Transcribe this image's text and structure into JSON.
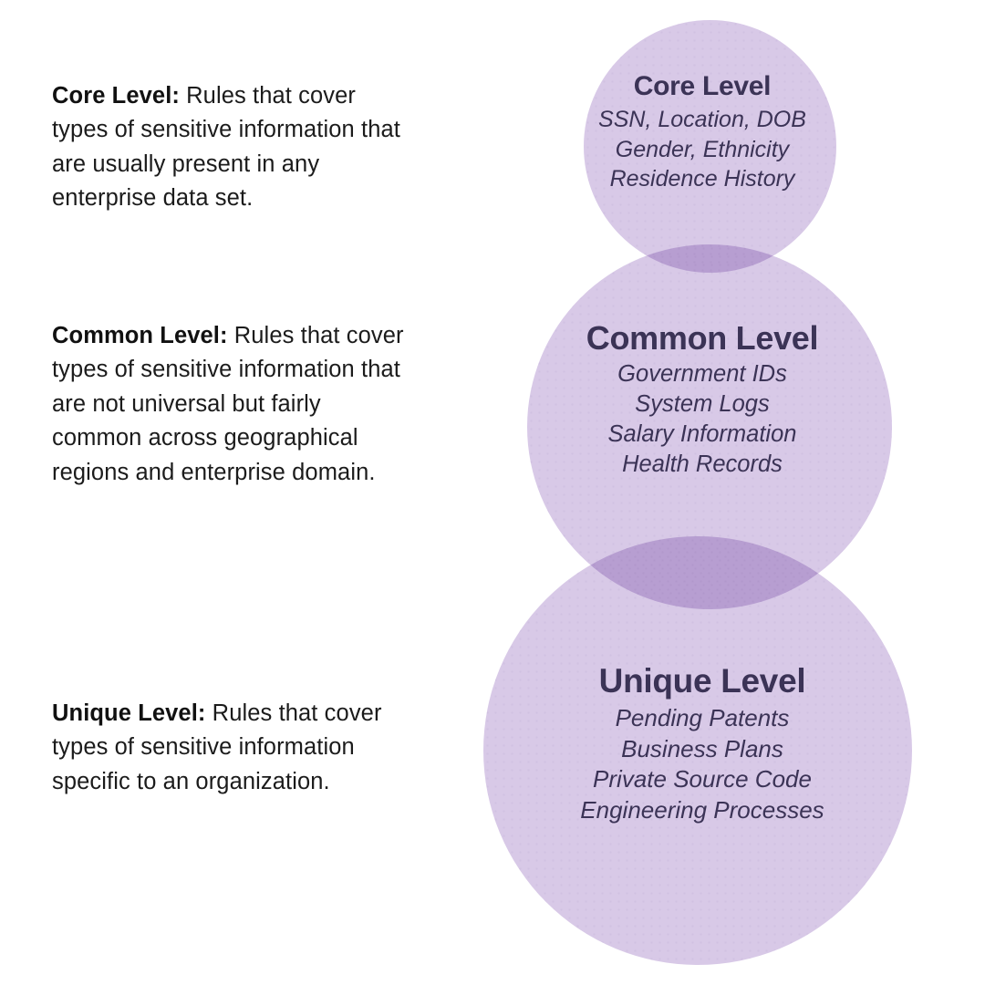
{
  "diagram": {
    "type": "venn-stack",
    "accent_fill": "#c9b4de",
    "overlap_fill": "#b09ccf",
    "label_color": "#3b3356",
    "body_text_color": "#1b1b1b",
    "background": "#ffffff"
  },
  "descriptions": {
    "core": {
      "lead": "Core Level:",
      "body": " Rules that cover types of sensitive information that are usually present in any enterprise data set."
    },
    "common": {
      "lead": "Common Level:",
      "body": " Rules that cover types of sensitive information that are not universal but fairly common across geographical regions and enterprise domain."
    },
    "unique": {
      "lead": "Unique Level:",
      "body": " Rules that cover types of sensitive information specific to an organization."
    }
  },
  "circles": {
    "core": {
      "title": "Core Level",
      "items": [
        "SSN, Location, DOB",
        "Gender, Ethnicity",
        "Residence History"
      ]
    },
    "common": {
      "title": "Common Level",
      "items": [
        "Government IDs",
        "System Logs",
        "Salary Information",
        "Health Records"
      ]
    },
    "unique": {
      "title": "Unique Level",
      "items": [
        "Pending Patents",
        "Business Plans",
        "Private Source Code",
        "Engineering Processes"
      ]
    }
  }
}
